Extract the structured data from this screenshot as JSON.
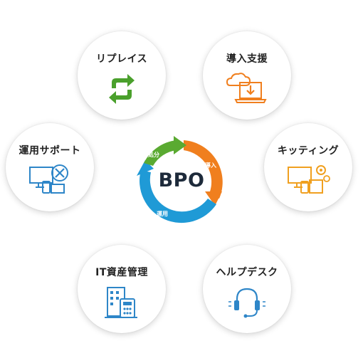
{
  "center": {
    "title": "BPO",
    "segments": [
      {
        "label": "導入",
        "color": "#f07f1e"
      },
      {
        "label": "運用",
        "color": "#1f9ad6"
      },
      {
        "label": "処分",
        "color": "#5aaa31"
      }
    ]
  },
  "nodes": [
    {
      "label": "リプレイス",
      "icon": "replace-cycle-icon",
      "color": "#4aa02c"
    },
    {
      "label": "導入支援",
      "icon": "cloud-download-laptop-icon",
      "color": "#f07f1e"
    },
    {
      "label": "運用サポート",
      "icon": "devices-support-icon",
      "color": "#2e86c8"
    },
    {
      "label": "キッティング",
      "icon": "devices-gear-icon",
      "color": "#f0a020"
    },
    {
      "label": "IT資産管理",
      "icon": "building-calculator-icon",
      "color": "#2e86c8"
    },
    {
      "label": "ヘルプデスク",
      "icon": "headset-icon",
      "color": "#2e86c8"
    }
  ]
}
